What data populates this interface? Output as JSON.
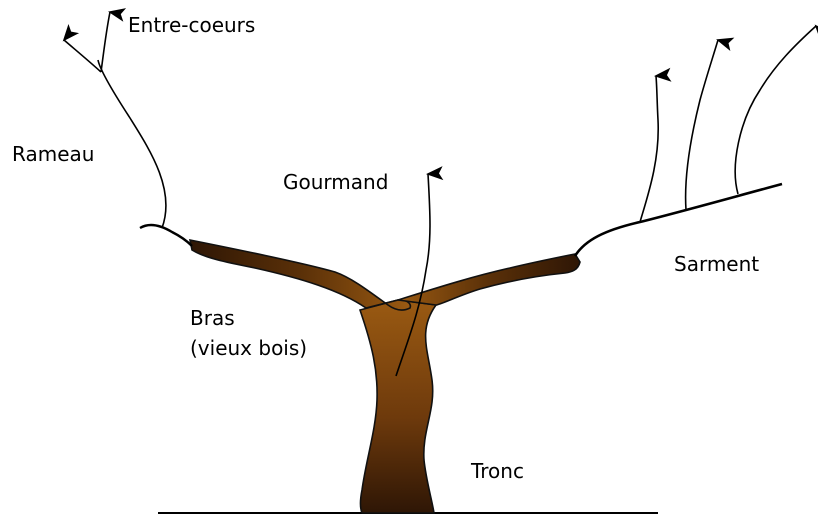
{
  "labels": {
    "entre_coeurs": "Entre-coeurs",
    "rameau": "Rameau",
    "gourmand": "Gourmand",
    "sarment": "Sarment",
    "bras_line1": "Bras",
    "bras_line2": "(vieux bois)",
    "tronc": "Tronc"
  },
  "colors": {
    "wood_light": "#9a5a12",
    "wood_dark": "#2e1605",
    "wood_outline": "#111111",
    "line": "#000000",
    "text": "#000000",
    "background": "#ffffff"
  }
}
